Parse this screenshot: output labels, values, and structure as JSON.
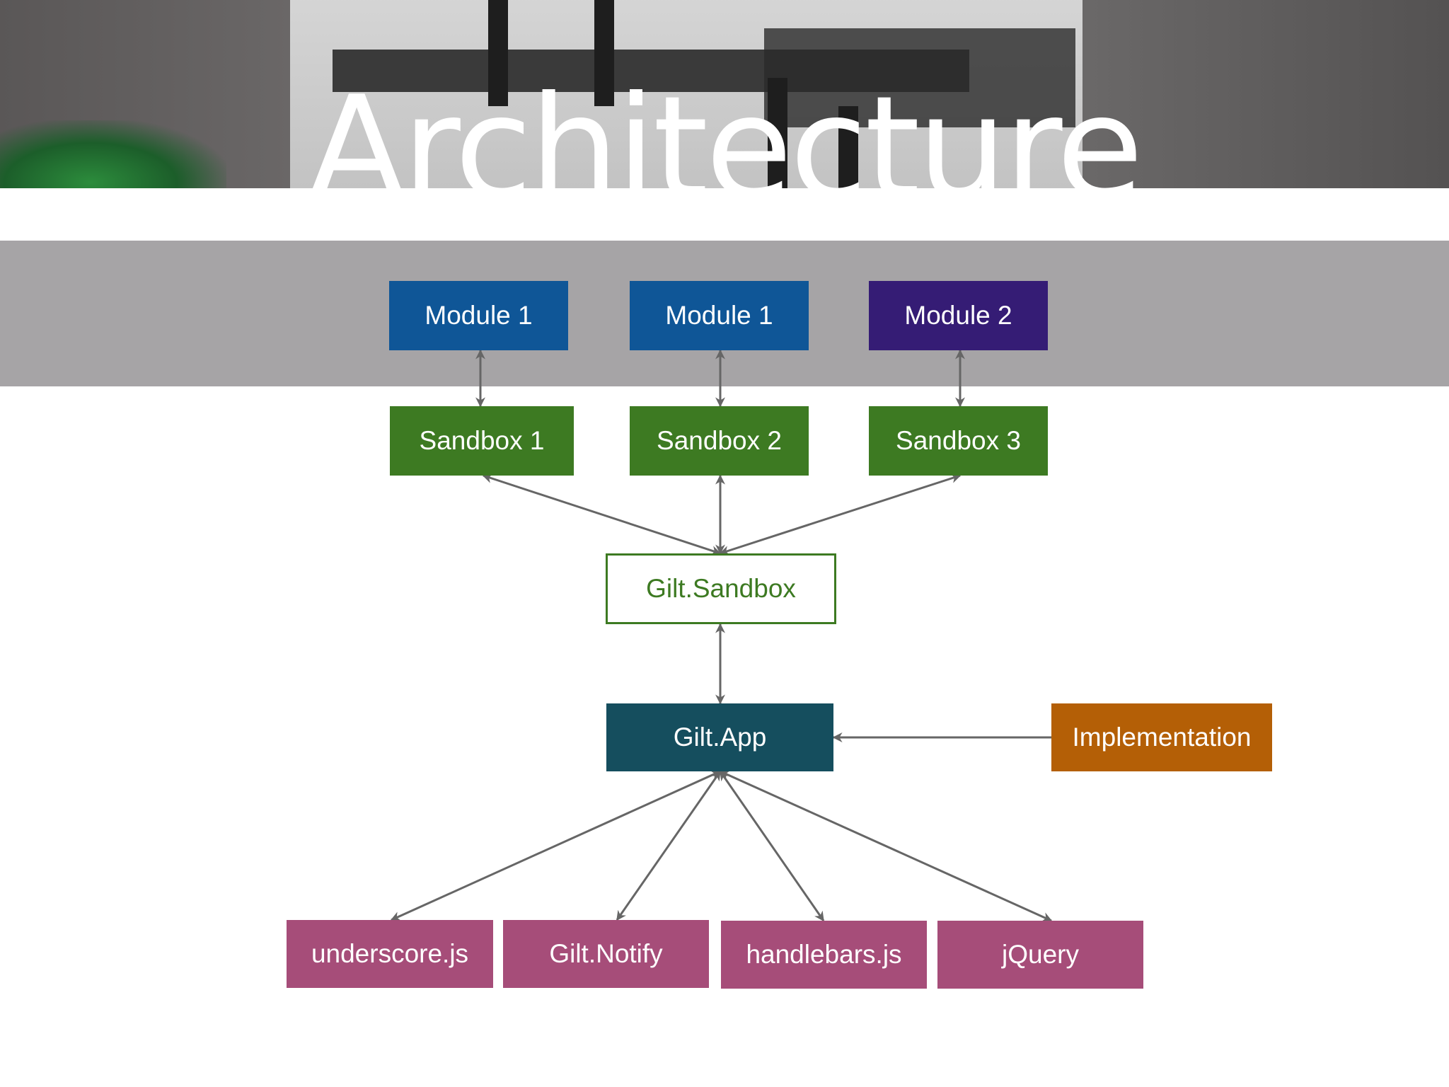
{
  "title": "Architecture",
  "colors": {
    "module_blue": "#0f5697",
    "module_purple": "#351c75",
    "sandbox_green": "#3d7a22",
    "gilt_app_teal": "#154e5e",
    "implementation_orange": "#b45f06",
    "library_pink": "#a64d79",
    "arrow_gray": "#666666",
    "band_gray": "#a6a4a6"
  },
  "nodes": {
    "module_a": "Module 1",
    "module_b": "Module 1",
    "module_c": "Module 2",
    "sandbox_1": "Sandbox 1",
    "sandbox_2": "Sandbox 2",
    "sandbox_3": "Sandbox 3",
    "gilt_sandbox": "Gilt.Sandbox",
    "gilt_app": "Gilt.App",
    "implementation": "Implementation",
    "underscore": "underscore.js",
    "gilt_notify": "Gilt.Notify",
    "handlebars": "handlebars.js",
    "jquery": "jQuery"
  },
  "edges": [
    {
      "from": "module_a",
      "to": "sandbox_1",
      "direction": "both"
    },
    {
      "from": "module_b",
      "to": "sandbox_2",
      "direction": "both"
    },
    {
      "from": "module_c",
      "to": "sandbox_3",
      "direction": "both"
    },
    {
      "from": "sandbox_1",
      "to": "gilt_sandbox",
      "direction": "both"
    },
    {
      "from": "sandbox_2",
      "to": "gilt_sandbox",
      "direction": "both"
    },
    {
      "from": "sandbox_3",
      "to": "gilt_sandbox",
      "direction": "both"
    },
    {
      "from": "gilt_sandbox",
      "to": "gilt_app",
      "direction": "both"
    },
    {
      "from": "implementation",
      "to": "gilt_app",
      "direction": "forward"
    },
    {
      "from": "gilt_app",
      "to": "underscore",
      "direction": "both"
    },
    {
      "from": "gilt_app",
      "to": "gilt_notify",
      "direction": "both"
    },
    {
      "from": "gilt_app",
      "to": "handlebars",
      "direction": "both"
    },
    {
      "from": "gilt_app",
      "to": "jquery",
      "direction": "both"
    }
  ]
}
